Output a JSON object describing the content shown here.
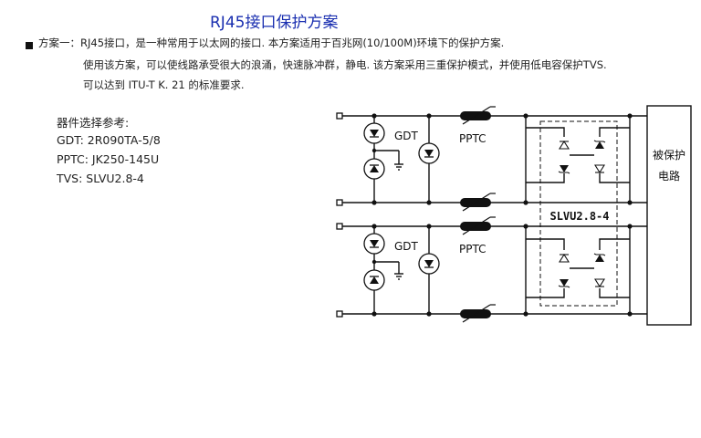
{
  "title": "RJ45接口保护方案",
  "scheme": {
    "line1": "方案一：RJ45接口，是一种常用于以太网的接口. 本方案适用于百兆网(10/100M)环境下的保护方案.",
    "line2": "使用该方案，可以使线路承受很大的浪涌，快速脉冲群，静电. 该方案采用三重保护模式，并使用低电容保护TVS.",
    "line3": "可以达到 ITU-T K. 21 的标准要求."
  },
  "components": {
    "heading": "器件选择参考:",
    "gdt": "GDT: 2R090TA-5/8",
    "pptc": "PPTC: JK250-145U",
    "tvs": "TVS: SLVU2.8-4"
  },
  "diagram": {
    "gdt_label_top": "GDT",
    "gdt_label_bottom": "GDT",
    "pptc_label_top": "PPTC",
    "pptc_label_bottom": "PPTC",
    "tvs_label": "SLVU2.8-4",
    "protected_line1": "被保护",
    "protected_line2": "电路"
  }
}
